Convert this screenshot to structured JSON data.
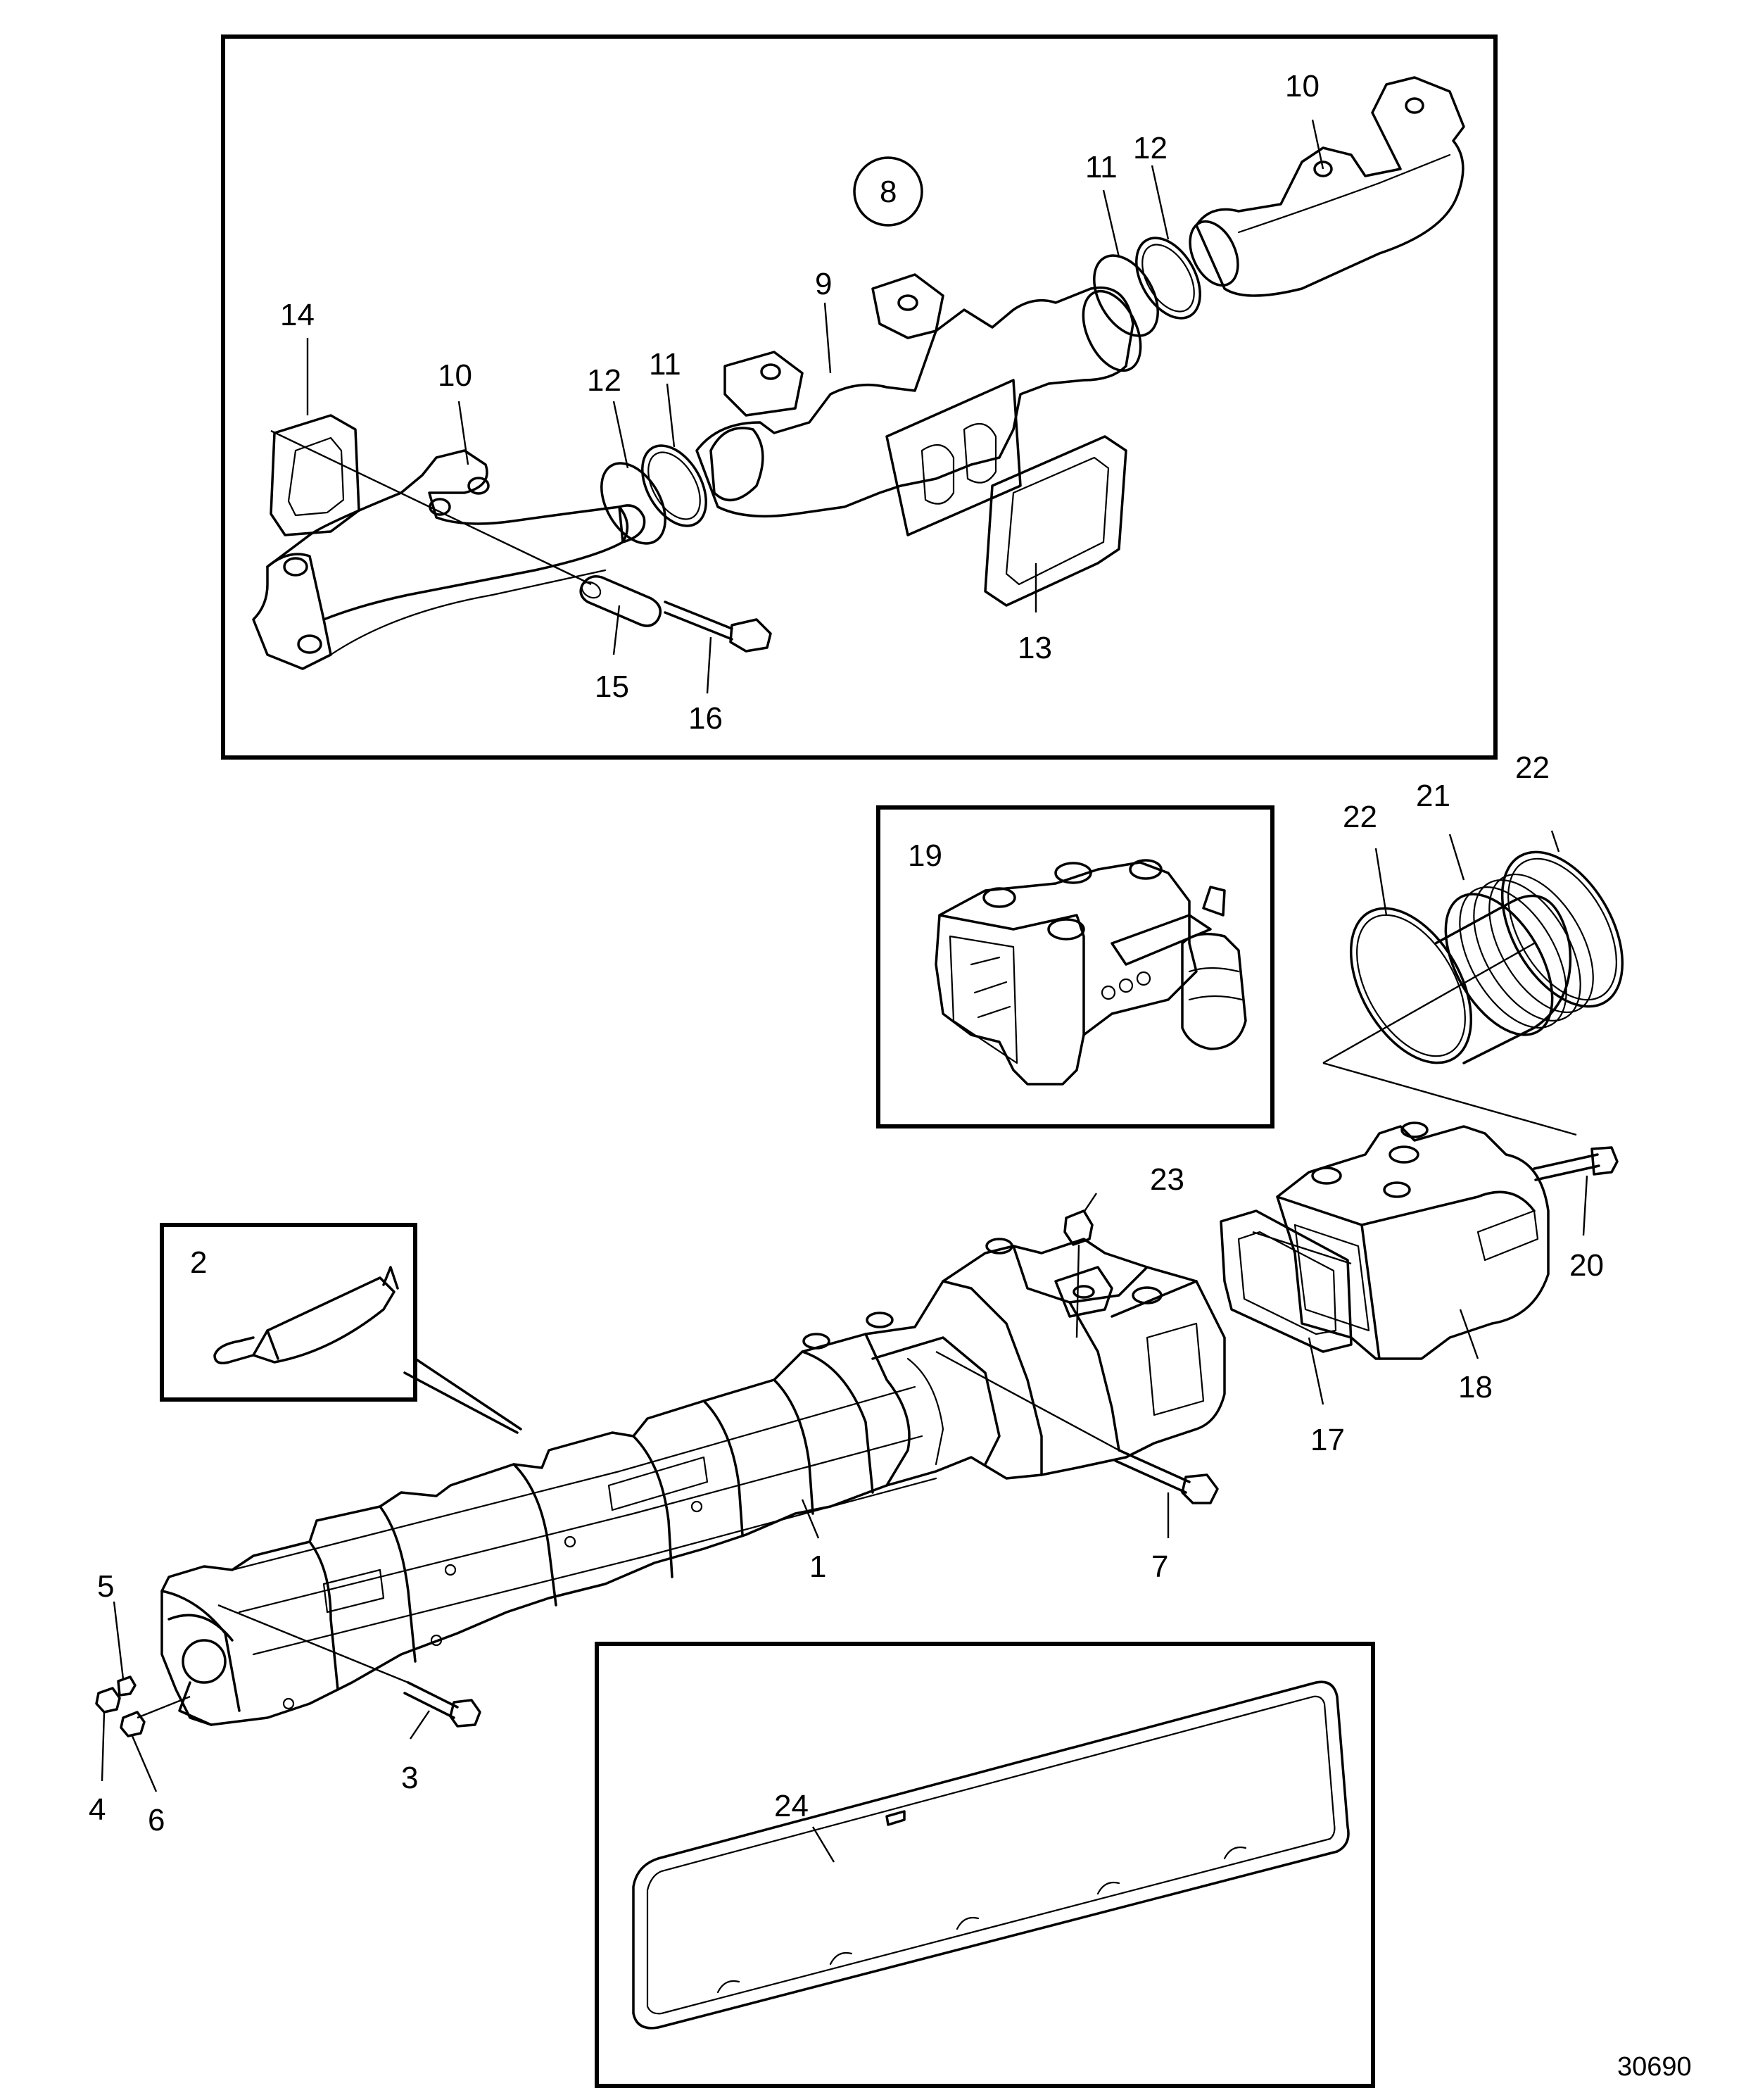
{
  "figure_number": "30690",
  "callouts": {
    "c1": "1",
    "c2": "2",
    "c3": "3",
    "c4": "4",
    "c5": "5",
    "c6": "6",
    "c7": "7",
    "c8": "8",
    "c9": "9",
    "c10a": "10",
    "c10b": "10",
    "c11a": "11",
    "c11b": "11",
    "c12a": "12",
    "c12b": "12",
    "c13": "13",
    "c14": "14",
    "c15": "15",
    "c16": "16",
    "c17": "17",
    "c18": "18",
    "c19": "19",
    "c20": "20",
    "c21": "21",
    "c22a": "22",
    "c22b": "22",
    "c23": "23",
    "c24": "24"
  }
}
